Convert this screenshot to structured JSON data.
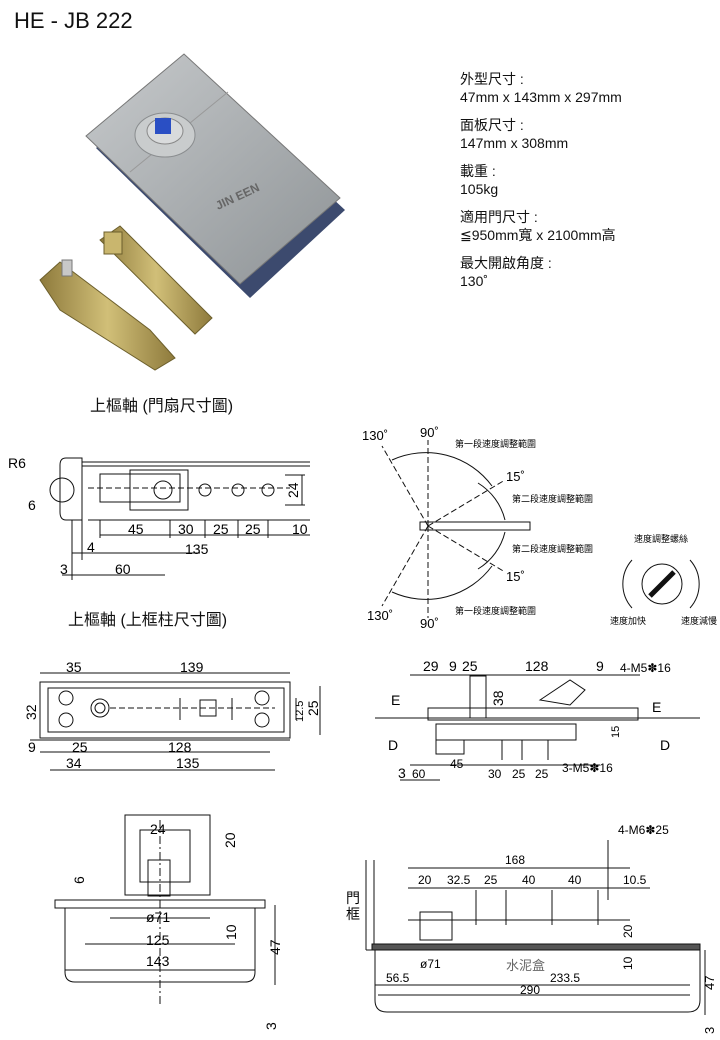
{
  "title": "HE - JB 222",
  "specs": [
    {
      "label": "外型尺寸 :",
      "value": "47mm x 143mm x 297mm"
    },
    {
      "label": "面板尺寸 :",
      "value": "147mm x 308mm"
    },
    {
      "label": "載重 :",
      "value": "105kg"
    },
    {
      "label": "適用門尺寸 :",
      "value": "≦950mm寬 x 2100mm高"
    },
    {
      "label": "最大開啟角度 :",
      "value": "130˚"
    }
  ],
  "captions": {
    "top_pivot_door": "上樞軸 (門扇尺寸圖)",
    "top_pivot_frame": "上樞軸 (上框柱尺寸圖)"
  },
  "pivot_door_dims": {
    "r": "R6",
    "d6": "6",
    "d4": "4",
    "d3": "3",
    "d60": "60",
    "d135": "135",
    "d45": "45",
    "d30": "30",
    "d25a": "25",
    "d25b": "25",
    "d10": "10",
    "d24": "24"
  },
  "angle_diagram": {
    "a130_top": "130˚",
    "a90_top": "90˚",
    "a15_top": "15˚",
    "a15_bot": "15˚",
    "a130_bot": "130˚",
    "a90_bot": "90˚",
    "range1_top": "第一段速度調整範圍",
    "range2_top": "第二段速度調整範圍",
    "range2_bot": "第二段速度調整範圍",
    "range1_bot": "第一段速度調整範圍"
  },
  "speed_screw": {
    "title": "速度調整螺絲",
    "faster": "速度加快",
    "slower": "速度減慢"
  },
  "pivot_frame_dims": {
    "d35": "35",
    "d139": "139",
    "d32": "32",
    "d12_5": "12.5",
    "d25r": "25",
    "d9": "9",
    "d25": "25",
    "d128": "128",
    "d34": "34",
    "d135": "135"
  },
  "side_view_dims": {
    "d29": "29",
    "d9a": "9",
    "d25a": "25",
    "d128": "128",
    "d9b": "9",
    "m5a": "4-M5✽16",
    "d38": "38",
    "e1": "E",
    "e2": "E",
    "d1": "D",
    "d2": "D",
    "d15": "15",
    "d3": "3",
    "d60": "60",
    "d45": "45",
    "d30": "30",
    "d25b": "25",
    "d25c": "25",
    "m5b": "3-M5✽16"
  },
  "end_view_dims": {
    "d24": "24",
    "d20": "20",
    "d6": "6",
    "d71": "ø71",
    "d10": "10",
    "d125": "125",
    "d143": "143",
    "d47": "47",
    "d3": "3"
  },
  "install_dims": {
    "m6": "4-M6✽25",
    "frame": "門\n框",
    "d168": "168",
    "d20": "20",
    "d32_5": "32.5",
    "d25": "25",
    "d40a": "40",
    "d40b": "40",
    "d10_5": "10.5",
    "d20v": "20",
    "d10v": "10",
    "d71": "ø71",
    "cement": "水泥盒",
    "d56_5": "56.5",
    "d233_5": "233.5",
    "d290": "290",
    "d47": "47",
    "d3": "3"
  },
  "colors": {
    "line": "#111111",
    "steel": "#a9adb0",
    "brass": "#b7a25a"
  }
}
